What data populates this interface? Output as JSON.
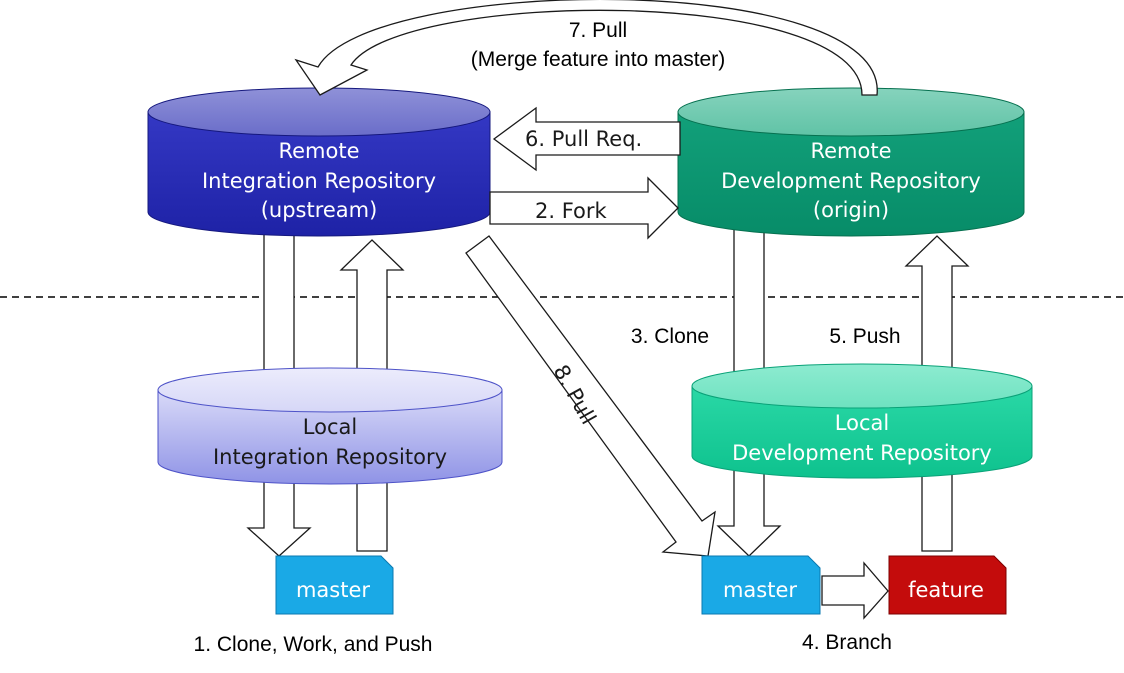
{
  "remote_integration": {
    "line1": "Remote",
    "line2": "Integration Repository",
    "line3": "(upstream)"
  },
  "remote_development": {
    "line1": "Remote",
    "line2": "Development Repository",
    "line3": "(origin)"
  },
  "local_integration": {
    "line1": "Local",
    "line2": "Integration Repository"
  },
  "local_development": {
    "line1": "Local",
    "line2": "Development Repository"
  },
  "steps": {
    "pull_merge_line1": "7. Pull",
    "pull_merge_line2": "(Merge feature into master)",
    "pull_request": "6. Pull Req.",
    "fork": "2. Fork",
    "clone": "3. Clone",
    "push": "5. Push",
    "pull8": "8. Pull",
    "clone_work_push": "1. Clone, Work, and Push",
    "branch": "4. Branch"
  },
  "branches": {
    "master_left": "master",
    "master_right": "master",
    "feature": "feature"
  },
  "colors": {
    "upstream": "#2a2fb8",
    "origin": "#0e9a74",
    "local_integration": "#b5b8f2",
    "local_development": "#1fcf9c",
    "master": "#1aa9e6",
    "feature": "#c40c0c"
  }
}
